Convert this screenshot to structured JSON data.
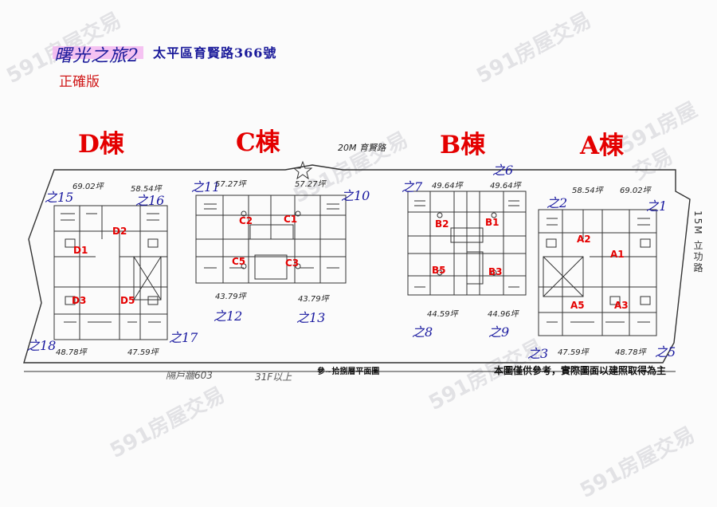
{
  "header": {
    "handwritten_title": "曙光之旅2",
    "address": "太平區育賢路366號",
    "status": "正確版"
  },
  "buildings": [
    {
      "key": "D",
      "label": "D棟"
    },
    {
      "key": "C",
      "label": "C棟"
    },
    {
      "key": "B",
      "label": "B棟"
    },
    {
      "key": "A",
      "label": "A棟"
    }
  ],
  "roads": {
    "top": "20M 育賢路",
    "right": "15M 立功路"
  },
  "unit_tags": {
    "t1": "之1",
    "t2": "之2",
    "t3": "之3",
    "t5": "之5",
    "t6": "之6",
    "t7": "之7",
    "t8": "之8",
    "t9": "之9",
    "t10": "之10",
    "t11": "之11",
    "t12": "之12",
    "t13": "之13",
    "t15": "之15",
    "t16": "之16",
    "t17": "之17",
    "t18": "之18"
  },
  "unit_labels": {
    "A1": "A1",
    "A2": "A2",
    "A3": "A3",
    "A5": "A5",
    "B1": "B1",
    "B2": "B2",
    "B3": "B3",
    "B5": "B5",
    "C1": "C1",
    "C2": "C2",
    "C3": "C3",
    "C5": "C5",
    "D1": "D1",
    "D2": "D2",
    "D3": "D3",
    "D5": "D5"
  },
  "areas": {
    "d_tl": "69.02坪",
    "d_tr": "58.54坪",
    "d_bl": "48.78坪",
    "d_br": "47.59坪",
    "c_tl": "57.27坪",
    "c_tr": "57.27坪",
    "c_bl": "43.79坪",
    "c_br": "43.79坪",
    "b_tl": "49.64坪",
    "b_tr": "49.64坪",
    "b_bl": "44.59坪",
    "b_br": "44.96坪",
    "a_tl": "58.54坪",
    "a_tr": "69.02坪",
    "a_bl": "47.59坪",
    "a_br": "48.78坪"
  },
  "plan": {
    "subtitle": "參~拾捌層平面圖",
    "disclaimer": "本圖僅供參考，實際圖面以建照取得為主",
    "handwritten_notes": [
      "隔戶牆603",
      "31F以上"
    ]
  },
  "watermark": "591房屋交易",
  "colors": {
    "title_blue": "#1a1a9a",
    "label_red": "#e40000",
    "highlight": "#f4b4f0"
  }
}
